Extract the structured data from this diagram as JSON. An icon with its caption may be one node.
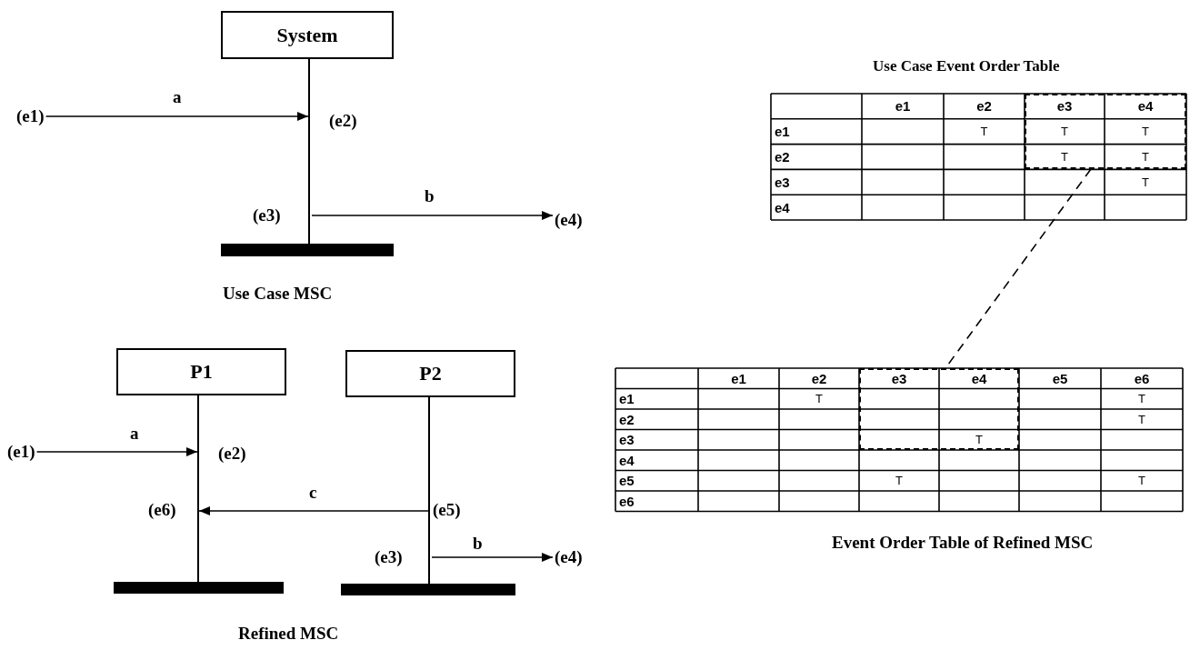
{
  "diagram": {
    "nodes": [
      {
        "text": [
          "System"
        ]
      },
      {
        "text": [
          "(e1)"
        ]
      },
      {
        "text": [],
        "shape": "line"
      },
      {
        "text": [
          "(e4)"
        ]
      },
      {
        "text": [],
        "shape": "bar"
      },
      {
        "text": [
          "P1"
        ]
      },
      {
        "text": [
          "P2"
        ]
      },
      {
        "text": [
          "(e1)"
        ]
      },
      {
        "text": [],
        "shape": "line"
      },
      {
        "text": [],
        "shape": "line"
      },
      {
        "text": [
          "(e4)"
        ]
      },
      {
        "text": [],
        "shape": "bar"
      },
      {
        "text": [],
        "shape": "bar"
      },
      {
        "text": [],
        "shape": "box"
      },
      {
        "text": [],
        "shape": "box"
      }
    ],
    "edges": [
      {
        "from": 1,
        "to": 2,
        "arrow": "to",
        "label": "a"
      },
      {
        "from": 2,
        "to": 3,
        "arrow": "to",
        "label": "b"
      },
      {
        "from": 7,
        "to": 8,
        "arrow": "to",
        "label": "a"
      },
      {
        "from": 9,
        "to": 8,
        "arrow": "to",
        "label": "c"
      },
      {
        "from": 9,
        "to": 10,
        "arrow": "to",
        "label": "b"
      },
      {
        "from": 13,
        "to": 14,
        "arrow": "none",
        "style": "dashed"
      }
    ],
    "labels": [
      "Use Case Event Order Table",
      "e1",
      "e2",
      "e3",
      "e4",
      "e1",
      "T",
      "T",
      "T",
      "e2",
      "T",
      "T",
      "e3",
      "T",
      "e4",
      "(e2)",
      "(e3)",
      "Use Case MSC",
      "e1",
      "e2",
      "e3",
      "e4",
      "e5",
      "e6",
      "e1",
      "T",
      "T",
      "e2",
      "T",
      "e3",
      "T",
      "e4",
      "e5",
      "T",
      "T",
      "e6",
      "(e2)",
      "(e6)",
      "(e5)",
      "(e3)",
      "Event Order Table of Refined MSC",
      "Refined MSC"
    ]
  }
}
